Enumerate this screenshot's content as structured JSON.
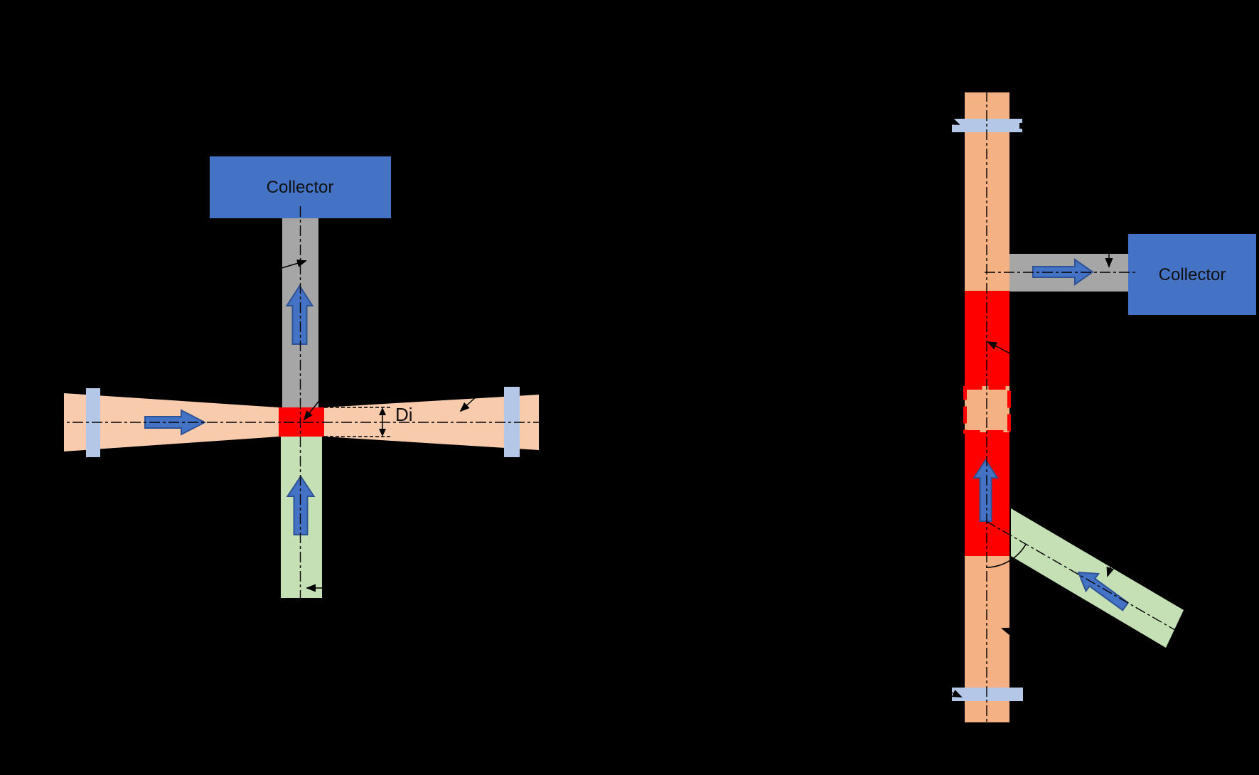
{
  "background": "#000000",
  "palette": {
    "collector_blue": "#4472C4",
    "arrow_blue_fill": "#4472C4",
    "arrow_blue_border": "#2E5395",
    "tube_gray": "#A6A6A6",
    "tube_peach_light": "#F8CBAD",
    "tube_peach": "#F4B183",
    "tube_green": "#C5E0B4",
    "end_cap_blue": "#B4C7E7",
    "hot_zone_red": "#FF0000",
    "annotation_black": "#000000",
    "label_text": "#111111"
  },
  "diagram_a": {
    "collector_label": "Collector",
    "inner_diameter_label": "Di"
  },
  "diagram_b": {
    "collector_label": "Collector"
  }
}
